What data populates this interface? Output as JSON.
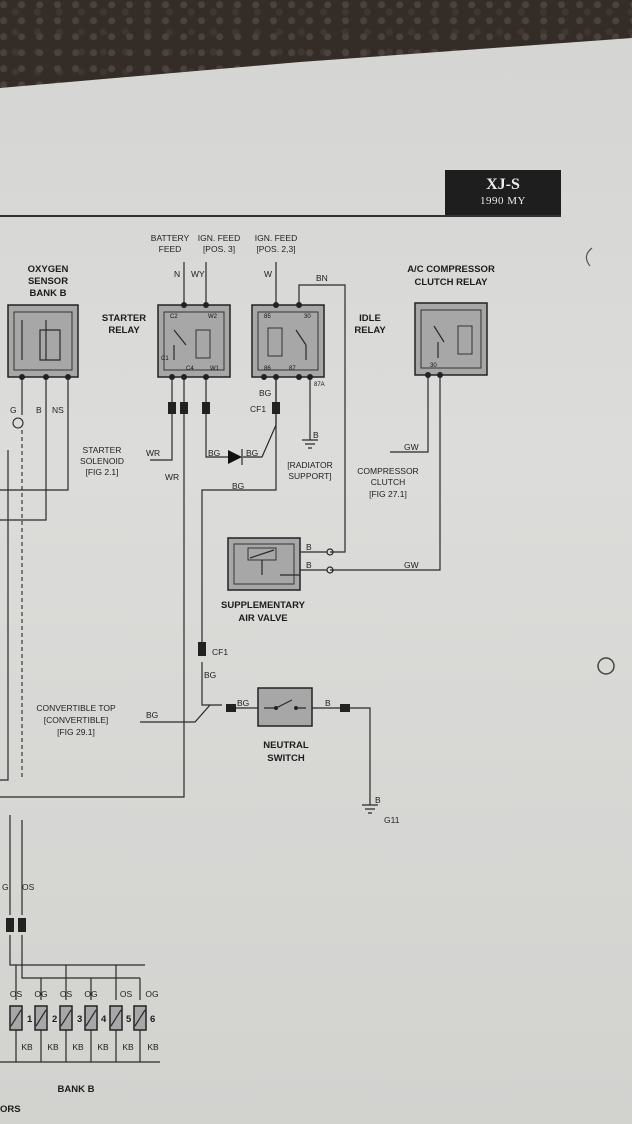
{
  "header": {
    "model": "XJ-S",
    "year": "1990 MY"
  },
  "components": {
    "oxygen_sensor": {
      "line1": "OXYGEN",
      "line2": "SENSOR",
      "line3": "BANK B",
      "wires": [
        "G",
        "B",
        "NS"
      ]
    },
    "starter_relay": {
      "line1": "STARTER",
      "line2": "RELAY",
      "pins": [
        "C2",
        "W2",
        "C1",
        "C4",
        "W1"
      ]
    },
    "idle_relay": {
      "line1": "IDLE",
      "line2": "RELAY",
      "pins": [
        "85",
        "30",
        "86",
        "87",
        "87A"
      ]
    },
    "ac_relay": {
      "line1": "A/C COMPRESSOR",
      "line2": "CLUTCH RELAY",
      "pins": [
        "30"
      ]
    },
    "supplementary_air_valve": {
      "line1": "SUPPLEMENTARY",
      "line2": "AIR VALVE"
    },
    "neutral_switch": {
      "line1": "NEUTRAL",
      "line2": "SWITCH"
    }
  },
  "feeds": {
    "battery": {
      "line1": "BATTERY",
      "line2": "FEED"
    },
    "ign_pos3": {
      "line1": "IGN. FEED",
      "line2": "[POS. 3]"
    },
    "ign_pos23": {
      "line1": "IGN. FEED",
      "line2": "[POS. 2,3]"
    }
  },
  "references": {
    "starter_solenoid": {
      "line1": "STARTER",
      "line2": "SOLENOID",
      "line3": "[FIG 2.1]"
    },
    "radiator_support": {
      "line1": "[RADIATOR",
      "line2": "SUPPORT]"
    },
    "compressor_clutch": {
      "line1": "COMPRESSOR",
      "line2": "CLUTCH",
      "line3": "[FIG 27.1]"
    },
    "convertible_top": {
      "line1": "CONVERTIBLE TOP",
      "line2": "[CONVERTIBLE]",
      "line3": "[FIG 29.1]"
    }
  },
  "wire_labels": {
    "n": "N",
    "wy": "WY",
    "w": "W",
    "bn": "BN",
    "wr1": "WR",
    "wr2": "WR",
    "bg_diode_in": "BG",
    "bg_diode_out": "BG",
    "bg_idle": "BG",
    "cf1_idle": "CF1",
    "b_idle": "B",
    "gw1": "GW",
    "gw2": "GW",
    "bg_main": "BG",
    "b_sav1": "B",
    "b_sav2": "B",
    "cf1_lower": "CF1",
    "bg_lower": "BG",
    "bg_conv": "BG",
    "bg_ns": "BG",
    "b_ns": "B",
    "b_ground": "B",
    "g11": "G11",
    "g_left": "G",
    "os_left": "OS"
  },
  "injectors": {
    "top_labels": [
      "OS",
      "OG",
      "OS",
      "OG",
      "OS",
      "OG"
    ],
    "numbers": [
      "1",
      "2",
      "3",
      "4",
      "5",
      "6"
    ],
    "bottom_labels": [
      "KB",
      "KB",
      "KB",
      "KB",
      "KB",
      "KB"
    ],
    "bank_label": "BANK B",
    "corner_text": "ORS"
  }
}
